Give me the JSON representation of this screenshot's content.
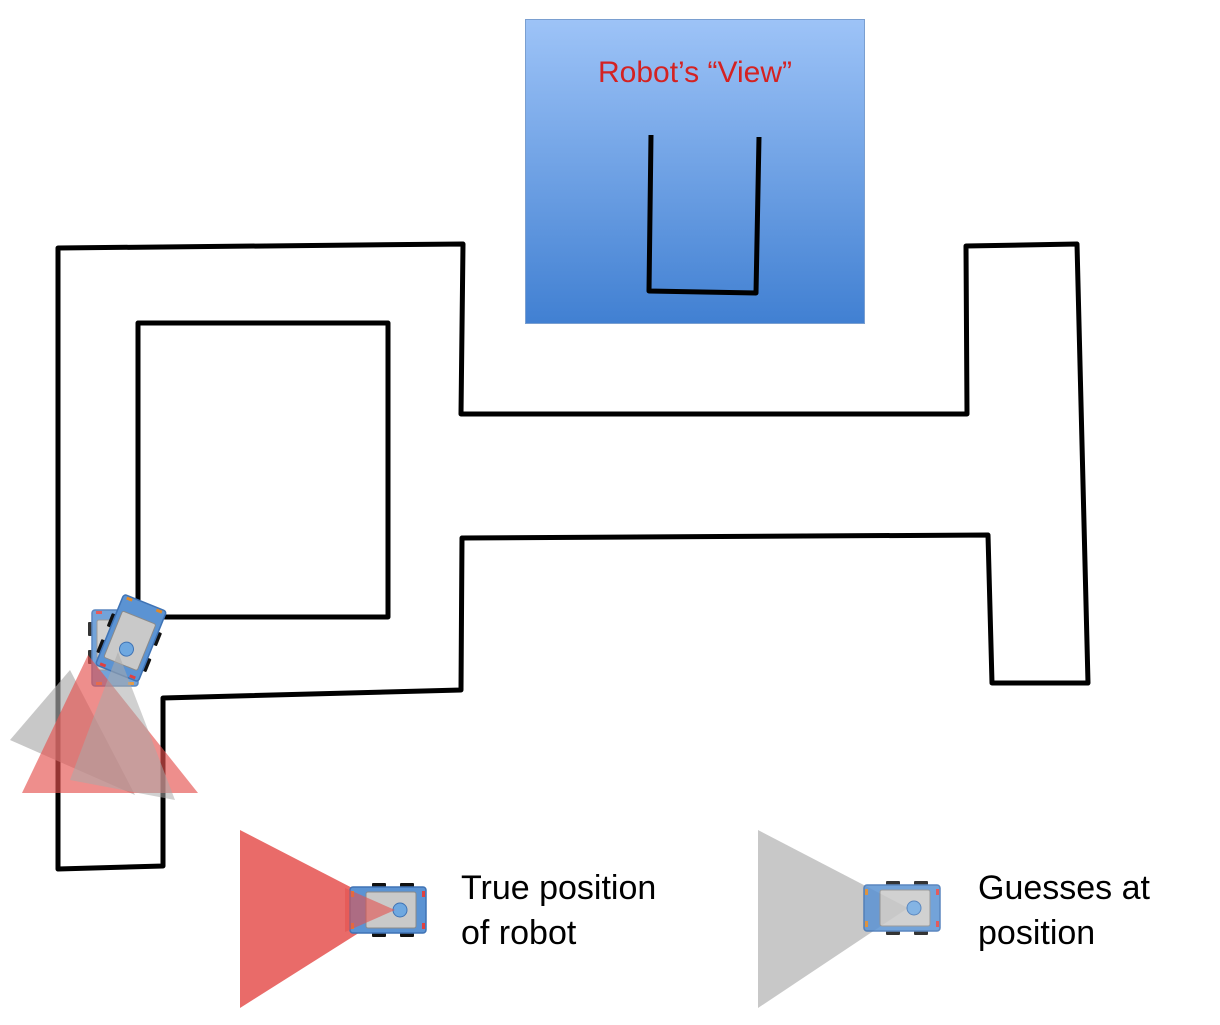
{
  "view_panel": {
    "title": "Robot’s “View”",
    "background_top": "#9dc3f7",
    "background_bottom": "#4180d2",
    "title_color": "#d42222"
  },
  "legend": {
    "true_position_label": "True position\nof robot",
    "guesses_label": "Guesses at\nposition"
  },
  "colors": {
    "wall": "#000000",
    "true_cone": "#e5514f",
    "guess_cone": "#aaaaaa",
    "robot_body": "#5b93d3",
    "robot_top": "#c9c9c9"
  }
}
